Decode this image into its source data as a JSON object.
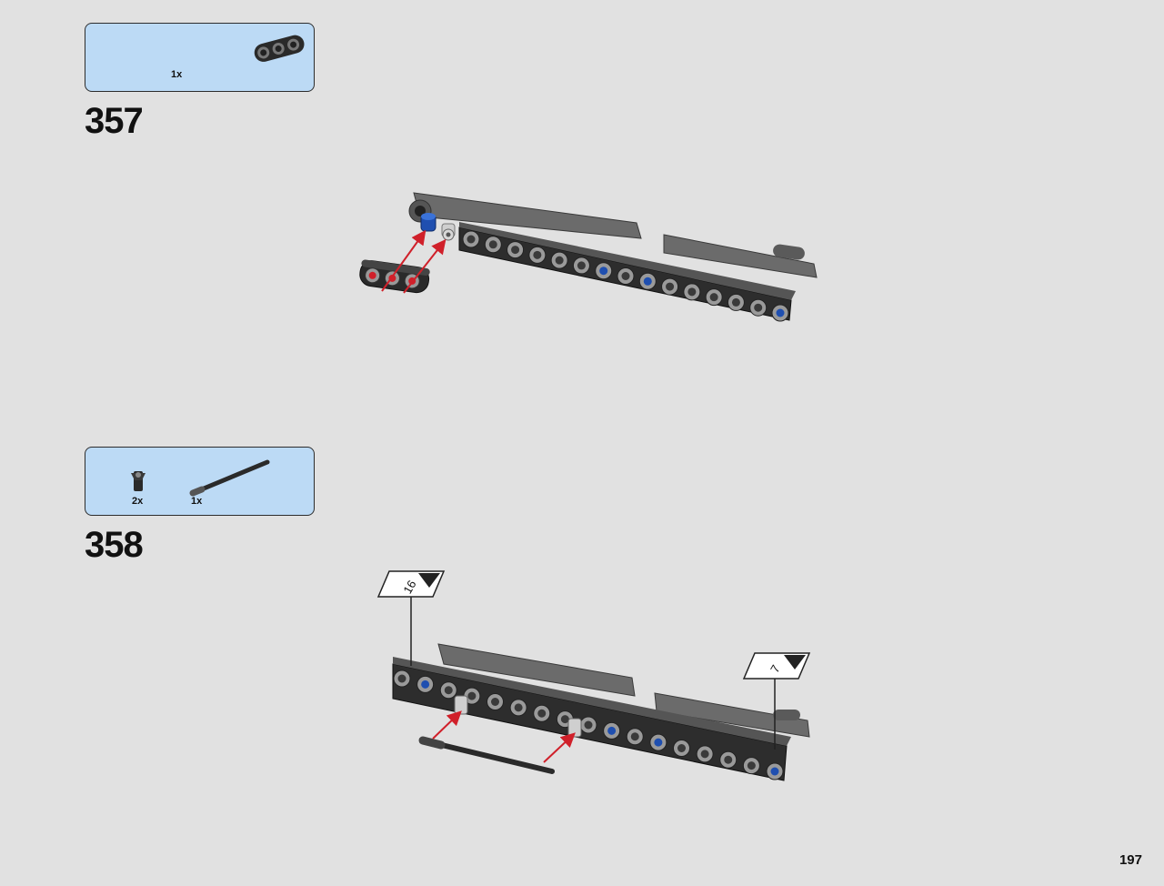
{
  "page": {
    "number": "197"
  },
  "steps": [
    {
      "number": "357",
      "parts": [
        {
          "name": "beam-3-black",
          "qty": "1x"
        }
      ]
    },
    {
      "number": "358",
      "parts": [
        {
          "name": "pin-with-bush",
          "qty": "2x"
        },
        {
          "name": "axle-long-black",
          "qty": "1x"
        }
      ],
      "callouts": [
        {
          "label": "16"
        },
        {
          "label": "7"
        }
      ]
    }
  ],
  "colors": {
    "background": "#e1e1e1",
    "parts_box": "#bcdaf5",
    "arrow": "#d0202a",
    "beam_dark": "#2a2a2a",
    "beam_gray": "#6b6b6b",
    "pin_blue": "#1f4fb0",
    "pin_light": "#c8c8c8"
  }
}
